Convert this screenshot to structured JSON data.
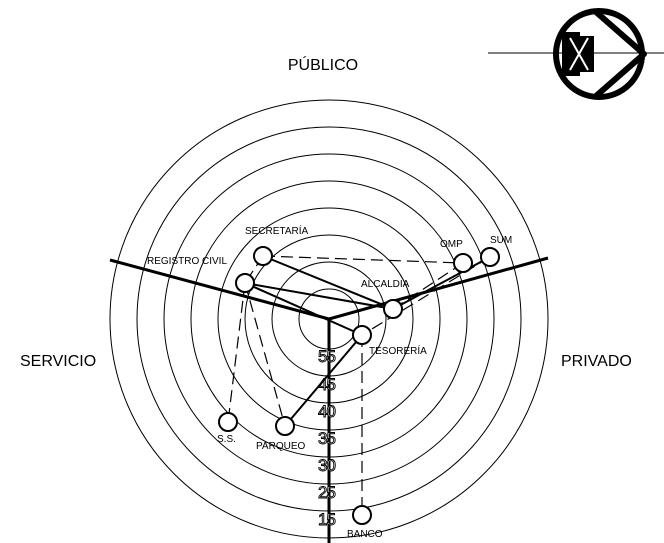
{
  "sectors": {
    "top": "PÚBLICO",
    "left": "SERVICIO",
    "right": "PRIVADO"
  },
  "ring_values": [
    "55",
    "45",
    "40",
    "35",
    "30",
    "25",
    "15"
  ],
  "nodes": [
    {
      "id": "secretaria",
      "label": "SECRETARÍA"
    },
    {
      "id": "registro",
      "label": "REGISTRO CIVIL"
    },
    {
      "id": "omp",
      "label": "OMP"
    },
    {
      "id": "sum",
      "label": "SUM"
    },
    {
      "id": "alcaldia",
      "label": "ALCALDIA"
    },
    {
      "id": "tesoreria",
      "label": "TESORERÍA"
    },
    {
      "id": "ss",
      "label": "S.S."
    },
    {
      "id": "parqueo",
      "label": "PARQUEO"
    },
    {
      "id": "banco",
      "label": "BANCO"
    }
  ],
  "relations": [
    {
      "from": "secretaria",
      "to": "alcaldia",
      "type": "direct"
    },
    {
      "from": "registro",
      "to": "alcaldia",
      "type": "direct"
    },
    {
      "from": "registro",
      "to": "tesoreria",
      "type": "direct"
    },
    {
      "from": "alcaldia",
      "to": "sum",
      "type": "direct"
    },
    {
      "from": "tesoreria",
      "to": "parqueo",
      "type": "direct"
    },
    {
      "from": "secretaria",
      "to": "omp",
      "type": "indirect"
    },
    {
      "from": "secretaria",
      "to": "registro",
      "type": "indirect"
    },
    {
      "from": "registro",
      "to": "ss",
      "type": "indirect"
    },
    {
      "from": "registro",
      "to": "parqueo",
      "type": "indirect"
    },
    {
      "from": "omp",
      "to": "alcaldia",
      "type": "indirect"
    },
    {
      "from": "sum",
      "to": "tesoreria",
      "type": "indirect"
    },
    {
      "from": "tesoreria",
      "to": "banco",
      "type": "indirect"
    }
  ]
}
